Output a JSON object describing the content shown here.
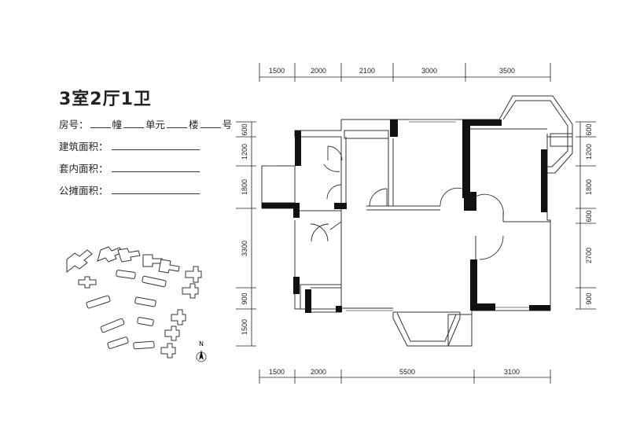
{
  "title": "3室2厅1卫",
  "room_no": {
    "prefix": "房号：",
    "part1": "幢",
    "part2": "单元",
    "part3": "楼",
    "part4": "号"
  },
  "areas": {
    "building": "建筑面积：",
    "inner": "套内面积：",
    "shared": "公摊面积："
  },
  "dims": {
    "top": [
      "1500",
      "2000",
      "2100",
      "3000",
      "3500"
    ],
    "bottom": [
      "1500",
      "2000",
      "5500",
      "3100"
    ],
    "left": [
      "600",
      "1200",
      "1800",
      "3300",
      "900",
      "1500"
    ],
    "right": [
      "600",
      "1200",
      "1800",
      "600",
      "2700",
      "900"
    ]
  },
  "north": "N"
}
